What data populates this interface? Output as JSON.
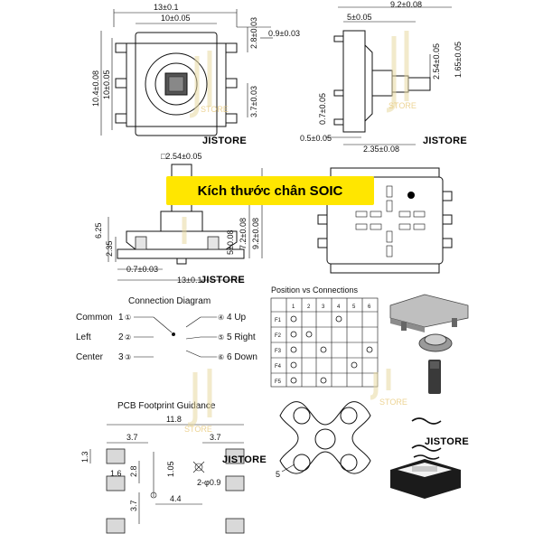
{
  "banner": "Kích thước chân SOIC",
  "brand": "JISTORE",
  "watermark": "STORE",
  "top_left": {
    "w_outer": "13±0.1",
    "w_inner": "10±0.05",
    "h_outer": "10.4±0.08",
    "h_inner": "10±0.05",
    "pin_h": "2.8±0.03",
    "pin_w": "0.9±0.03",
    "pin_gap": "3.7±0.03"
  },
  "top_right": {
    "w_total": "9.2±0.08",
    "w_top": "5±0.05",
    "stem_h": "2.54±0.05",
    "stem_h2": "1.65±0.05",
    "thick": "0.7±0.05",
    "foot": "0.5±0.05",
    "base": "2.35±0.08"
  },
  "mid_left": {
    "stem": "□2.54±0.05",
    "h1": "6.25",
    "h2": "2.35",
    "h3": "7.2±0.08",
    "h4": "9.2±0.08",
    "h5": "5±0.08",
    "pin": "0.7±0.03",
    "width": "13±0.1"
  },
  "connection": {
    "title": "Connection Diagram",
    "left": [
      {
        "label": "Common",
        "num": "1",
        "sym": "①"
      },
      {
        "label": "Left",
        "num": "2",
        "sym": "②"
      },
      {
        "label": "Center",
        "num": "3",
        "sym": "③"
      }
    ],
    "right": [
      {
        "sym": "④",
        "label": "4 Up"
      },
      {
        "sym": "⑤",
        "label": "5 Right"
      },
      {
        "sym": "⑥",
        "label": "6 Down"
      }
    ]
  },
  "position_table": {
    "title": "Position vs Connections",
    "cols": [
      "1",
      "2",
      "3",
      "4",
      "5",
      "6"
    ],
    "rows": [
      "F1",
      "F2",
      "F3",
      "F4",
      "F5"
    ]
  },
  "footprint": {
    "title": "PCB Footprint Guidance",
    "w_total": "11.8",
    "w_left": "3.7",
    "w_right": "3.7",
    "d_13": "1.3",
    "d_16": "1.6",
    "d_28": "2.8",
    "d_37": "3.7",
    "d_105": "1.05",
    "d_44": "4.4",
    "hole": "2-φ0.9"
  },
  "flower_label": "5"
}
